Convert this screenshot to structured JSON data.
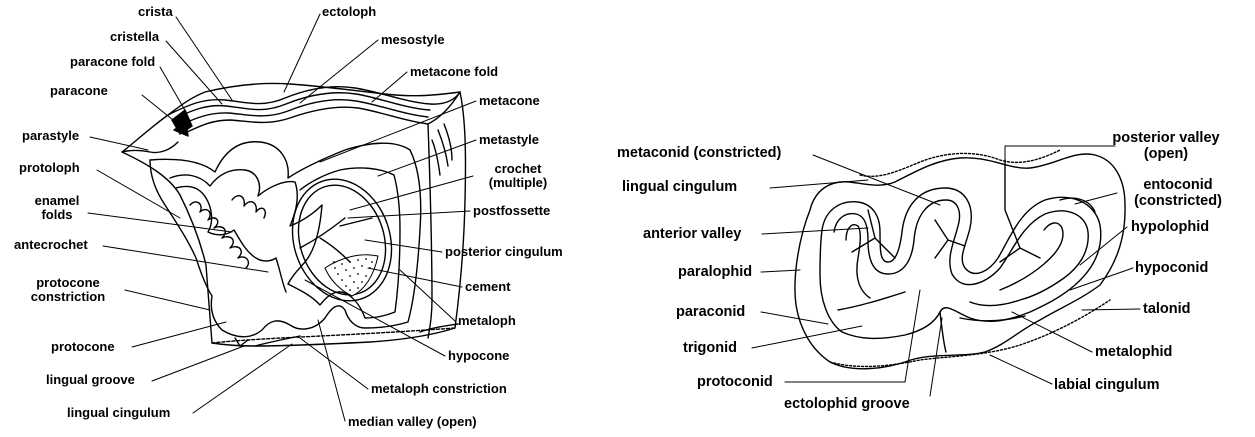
{
  "upper_molar": {
    "labels": {
      "crista": "crista",
      "cristella": "cristella",
      "paracone_fold": "paracone fold",
      "paracone": "paracone",
      "parastyle": "parastyle",
      "protoloph": "protoloph",
      "enamel_folds_1": "enamel",
      "enamel_folds_2": "folds",
      "antecrochet": "antecrochet",
      "protocone_constriction_1": "protocone",
      "protocone_constriction_2": "constriction",
      "protocone": "protocone",
      "lingual_groove": "lingual groove",
      "lingual_cingulum": "lingual cingulum",
      "ectoloph": "ectoloph",
      "mesostyle": "mesostyle",
      "metacone_fold": "metacone fold",
      "metacone": "metacone",
      "metastyle": "metastyle",
      "crochet_1": "crochet",
      "crochet_2": "(multiple)",
      "postfossette": "postfossette",
      "posterior_cingulum": "posterior cingulum",
      "cement": "cement",
      "metaloph": "metaloph",
      "hypocone": "hypocone",
      "metaloph_constriction": "metaloph constriction",
      "median_valley": "median valley (open)"
    }
  },
  "lower_molar": {
    "labels": {
      "metaconid": "metaconid (constricted)",
      "lingual_cingulum": "lingual cingulum",
      "anterior_valley": "anterior valley",
      "paralophid": "paralophid",
      "paraconid": "paraconid",
      "trigonid": "trigonid",
      "protoconid": "protoconid",
      "ectolophid_groove": "ectolophid groove",
      "labial_cingulum": "labial cingulum",
      "posterior_valley_1": "posterior valley",
      "posterior_valley_2": "(open)",
      "entoconid_1": "entoconid",
      "entoconid_2": "(constricted)",
      "hypolophid": "hypolophid",
      "hypoconid": "hypoconid",
      "talonid": "talonid",
      "metalophid": "metalophid"
    }
  },
  "colors": {
    "ink": "#000000",
    "background": "#ffffff"
  }
}
